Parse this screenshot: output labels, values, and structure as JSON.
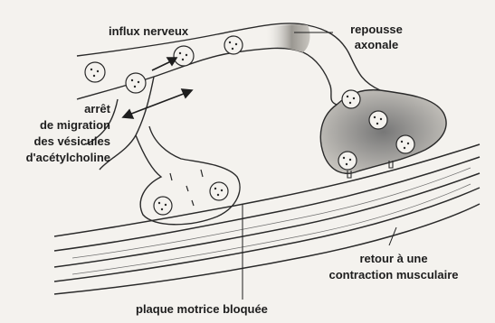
{
  "labels": {
    "influx": "influx nerveux",
    "repousse_l1": "repousse",
    "repousse_l2": "axonale",
    "arret_l1": "arrêt",
    "arret_l2": "de migration",
    "arret_l3": "des vésicules",
    "arret_l4": "d'acétylcholine",
    "retour_l1": "retour à une",
    "retour_l2": "contraction musculaire",
    "plaque": "plaque motrice bloquée"
  },
  "colors": {
    "background": "#f4f2ee",
    "line": "#2a2a2a",
    "shading": "#8a8a8a"
  }
}
